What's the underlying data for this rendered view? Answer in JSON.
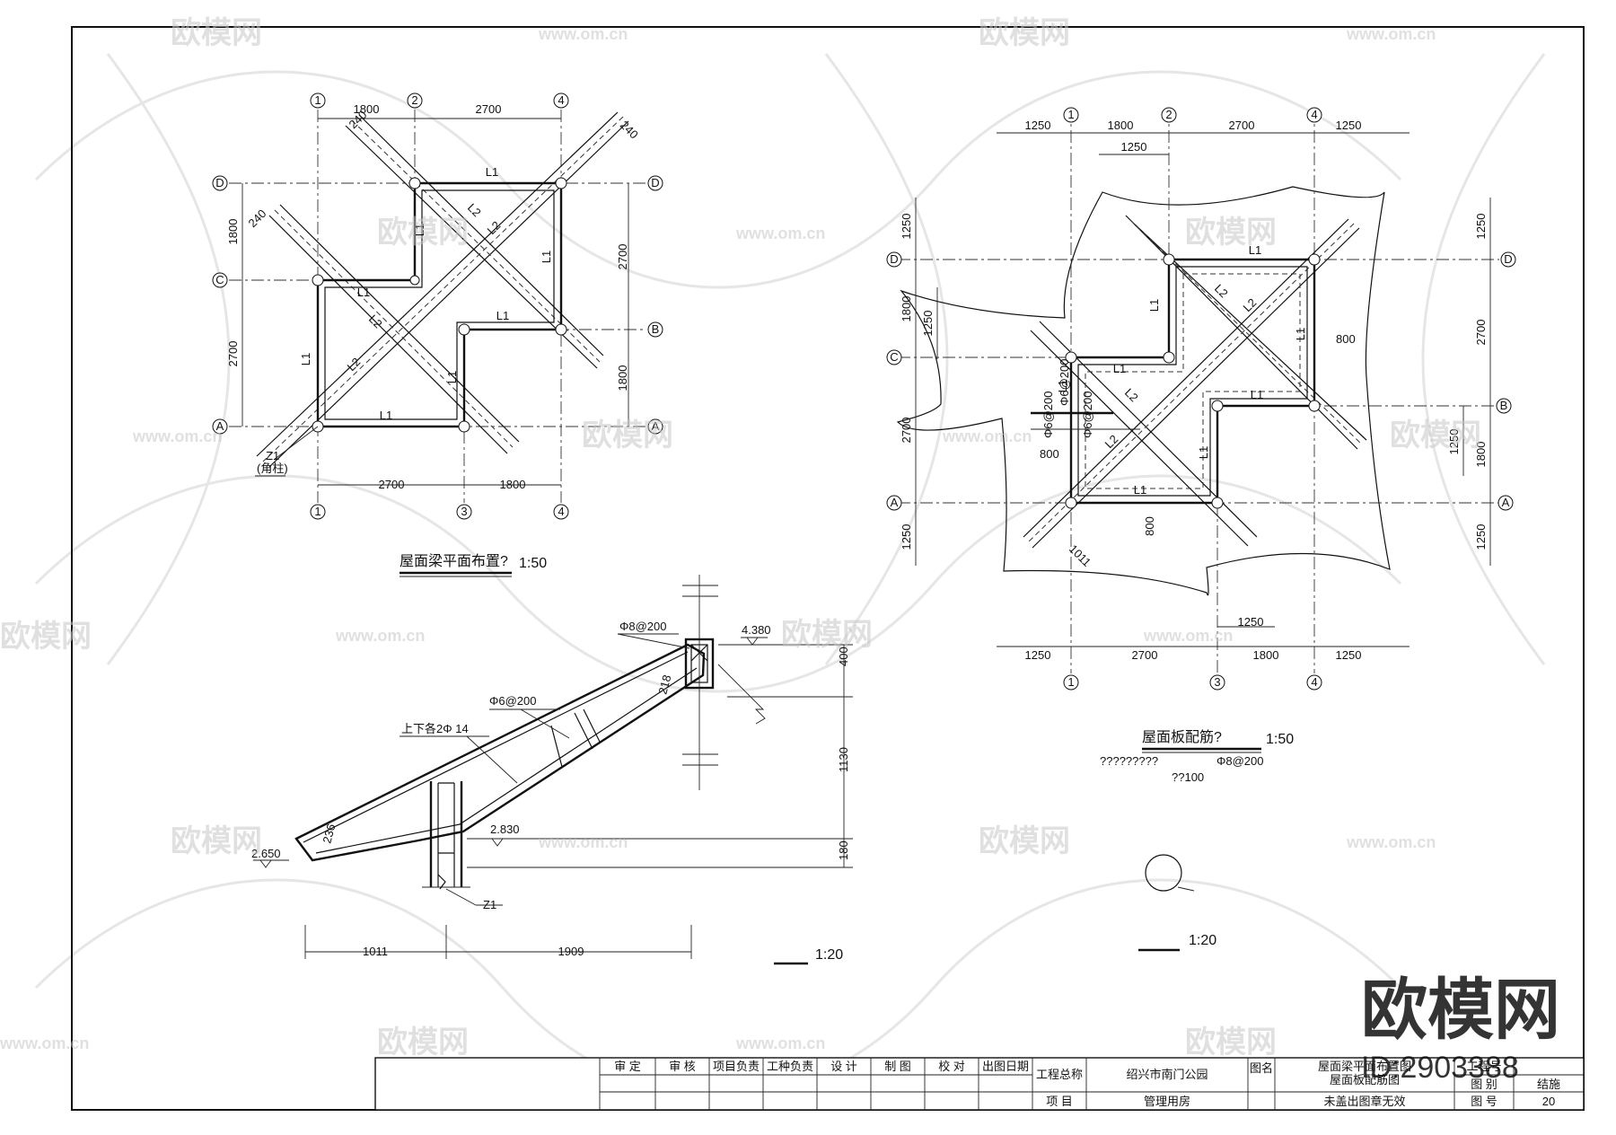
{
  "plan1": {
    "title": "屋面梁平面布置?",
    "scale": "1:50",
    "axes": {
      "a1": "1",
      "a2": "2",
      "a3": "3",
      "a4": "4",
      "aA": "A",
      "aB": "B",
      "aC": "C",
      "aD": "D"
    },
    "dims_top": [
      "1800",
      "2700"
    ],
    "dims_bottom": [
      "2700",
      "1800"
    ],
    "dims_left": [
      "1800",
      "2700"
    ],
    "dims_right": [
      "2700",
      "1800"
    ],
    "diag_dim": "240",
    "beam_L1": "L1",
    "beam_L2": "L2",
    "col": "Z1",
    "col_note": "(角柱)"
  },
  "plan2": {
    "title": "屋面板配筋?",
    "scale": "1:50",
    "axes": {
      "a1": "1",
      "a2": "2",
      "a3": "3",
      "a4": "4",
      "aA": "A",
      "aB": "B",
      "aC": "C",
      "aD": "D"
    },
    "dims_top": [
      "1250",
      "1800",
      "2700",
      "1250"
    ],
    "dims_top_inner": "1250",
    "dims_bottom": [
      "1250",
      "2700",
      "1800",
      "1250"
    ],
    "dims_bottom_inner": "1250",
    "dims_left": [
      "1250",
      "1800",
      "2700",
      "1250"
    ],
    "dims_left_inner": "1250",
    "dims_right": [
      "1250",
      "2700",
      "1800",
      "1250"
    ],
    "dims_right_inner": "1250",
    "d800": "800",
    "d1011": "1011",
    "rebar_a": "Φ6@200",
    "note1": "?????????",
    "note2": "Φ8@200",
    "note3": "??100"
  },
  "section": {
    "scale": "1:20",
    "elev_top": "4.380",
    "elev_mid": "2.830",
    "elev_low": "2.650",
    "rebar_top": "Φ8@200",
    "rebar_stirrup": "Φ6@200",
    "rebar_main": "上下各2Φ 14",
    "t236": "236",
    "t218": "218",
    "col": "Z1",
    "dims_bottom": [
      "1011",
      "1909"
    ],
    "dims_right": [
      "400",
      "1130",
      "180"
    ]
  },
  "detail": {
    "scale": "1:20"
  },
  "title_block": {
    "roles": [
      "审 定",
      "审 核",
      "项目负责",
      "工种负责",
      "设 计",
      "制 图",
      "校 对",
      "出图日期"
    ],
    "project_total_label": "工程总称",
    "project_total": "绍兴市南门公园",
    "project_label": "项 目",
    "project": "管理用房",
    "drawing_name_label": "图名",
    "drawing_name_1": "屋面梁平面布置图",
    "drawing_name_2": "屋面板配筋图",
    "stage_label": "工程号",
    "category_label": "图 别",
    "category": "结施",
    "number_label": "图 号",
    "number": "20",
    "stamp_note": "未盖出图章无效"
  },
  "watermark": {
    "brand": "欧模网",
    "url": "www.om.cn",
    "id": "ID:2903388"
  }
}
